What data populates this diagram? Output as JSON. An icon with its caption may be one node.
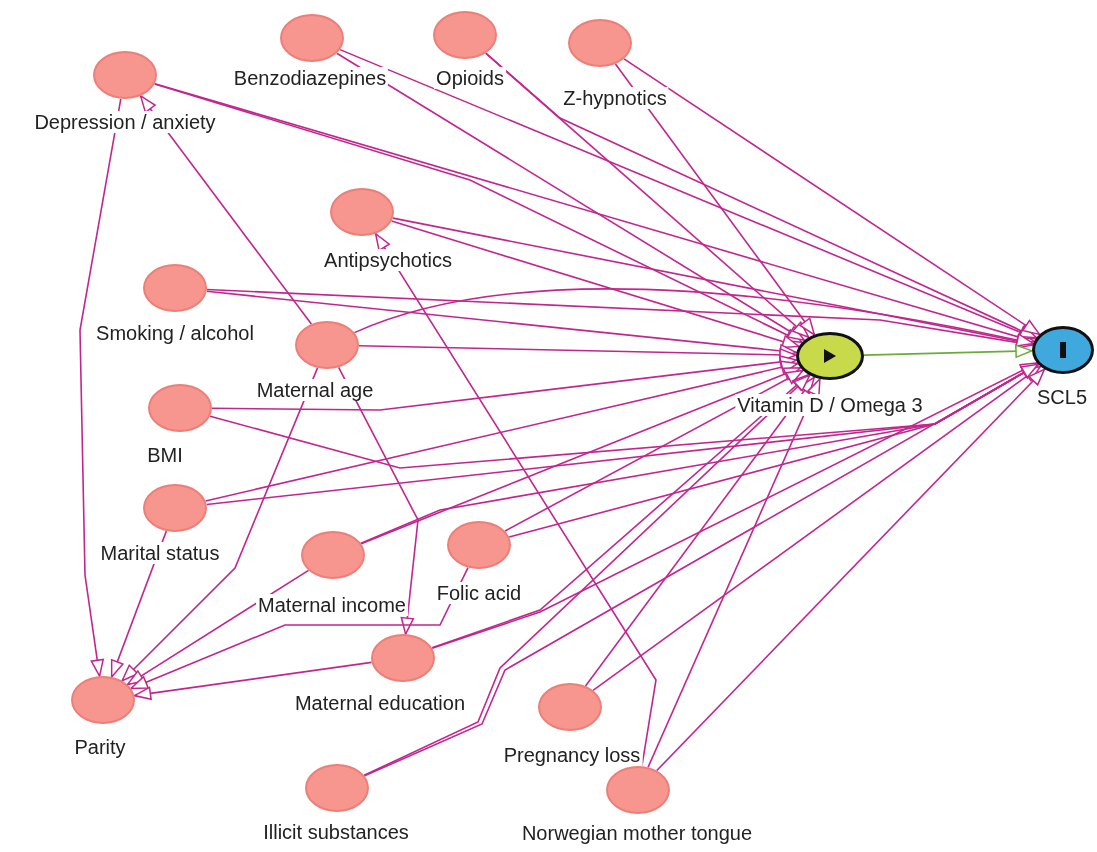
{
  "diagram": {
    "nodes": [
      {
        "text": [
          "Depression / anxiety"
        ]
      },
      {
        "text": [
          "Benzodiazepines"
        ]
      },
      {
        "text": [
          "Opioids"
        ]
      },
      {
        "text": [
          "Z-hypnotics"
        ]
      },
      {
        "text": [
          "Antipsychotics"
        ]
      },
      {
        "text": [
          "Smoking / alcohol"
        ]
      },
      {
        "text": [
          "Maternal age"
        ]
      },
      {
        "text": [
          "BMI"
        ]
      },
      {
        "text": [
          "Marital status"
        ]
      },
      {
        "text": [
          "Maternal income"
        ]
      },
      {
        "text": [
          "Folic acid"
        ]
      },
      {
        "text": [
          "Maternal education"
        ]
      },
      {
        "text": [
          "Parity"
        ]
      },
      {
        "text": [
          "Pregnancy loss"
        ]
      },
      {
        "text": [
          "Illicit substances"
        ]
      },
      {
        "text": [
          "Norwegian mother tongue"
        ]
      },
      {
        "text": [
          "Vitamin D / Omega 3"
        ]
      },
      {
        "text": [
          "SCL5"
        ]
      }
    ],
    "edges": [
      {
        "from": 0,
        "to": 16,
        "arrow": "to"
      },
      {
        "from": 0,
        "to": 17,
        "arrow": "to"
      },
      {
        "from": 1,
        "to": 16,
        "arrow": "to"
      },
      {
        "from": 1,
        "to": 17,
        "arrow": "to"
      },
      {
        "from": 2,
        "to": 16,
        "arrow": "to"
      },
      {
        "from": 2,
        "to": 17,
        "arrow": "to"
      },
      {
        "from": 3,
        "to": 16,
        "arrow": "to"
      },
      {
        "from": 3,
        "to": 17,
        "arrow": "to"
      },
      {
        "from": 4,
        "to": 16,
        "arrow": "to"
      },
      {
        "from": 4,
        "to": 17,
        "arrow": "to"
      },
      {
        "from": 5,
        "to": 16,
        "arrow": "to"
      },
      {
        "from": 5,
        "to": 17,
        "arrow": "to"
      },
      {
        "from": 6,
        "to": 16,
        "arrow": "to"
      },
      {
        "from": 6,
        "to": 17,
        "arrow": "to"
      },
      {
        "from": 7,
        "to": 16,
        "arrow": "to"
      },
      {
        "from": 7,
        "to": 17,
        "arrow": "to"
      },
      {
        "from": 8,
        "to": 16,
        "arrow": "to"
      },
      {
        "from": 8,
        "to": 17,
        "arrow": "to"
      },
      {
        "from": 9,
        "to": 16,
        "arrow": "to"
      },
      {
        "from": 9,
        "to": 17,
        "arrow": "to"
      },
      {
        "from": 10,
        "to": 16,
        "arrow": "to"
      },
      {
        "from": 10,
        "to": 17,
        "arrow": "to"
      },
      {
        "from": 11,
        "to": 16,
        "arrow": "to"
      },
      {
        "from": 11,
        "to": 17,
        "arrow": "to"
      },
      {
        "from": 13,
        "to": 16,
        "arrow": "to"
      },
      {
        "from": 13,
        "to": 17,
        "arrow": "to"
      },
      {
        "from": 14,
        "to": 16,
        "arrow": "to"
      },
      {
        "from": 14,
        "to": 17,
        "arrow": "to"
      },
      {
        "from": 15,
        "to": 16,
        "arrow": "to"
      },
      {
        "from": 15,
        "to": 17,
        "arrow": "to"
      },
      {
        "from": 16,
        "to": 17,
        "arrow": "to",
        "color": "#6aab3a"
      },
      {
        "from": 6,
        "to": 0,
        "arrow": "to"
      },
      {
        "from": 15,
        "to": 4,
        "arrow": "to"
      },
      {
        "from": 6,
        "to": 11,
        "arrow": "to"
      },
      {
        "from": 0,
        "to": 12,
        "arrow": "to"
      },
      {
        "from": 8,
        "to": 12,
        "arrow": "to"
      },
      {
        "from": 6,
        "to": 12,
        "arrow": "to"
      },
      {
        "from": 9,
        "to": 12,
        "arrow": "to"
      },
      {
        "from": 10,
        "to": 12,
        "arrow": "to"
      },
      {
        "from": 11,
        "to": 12,
        "arrow": "to"
      }
    ]
  }
}
